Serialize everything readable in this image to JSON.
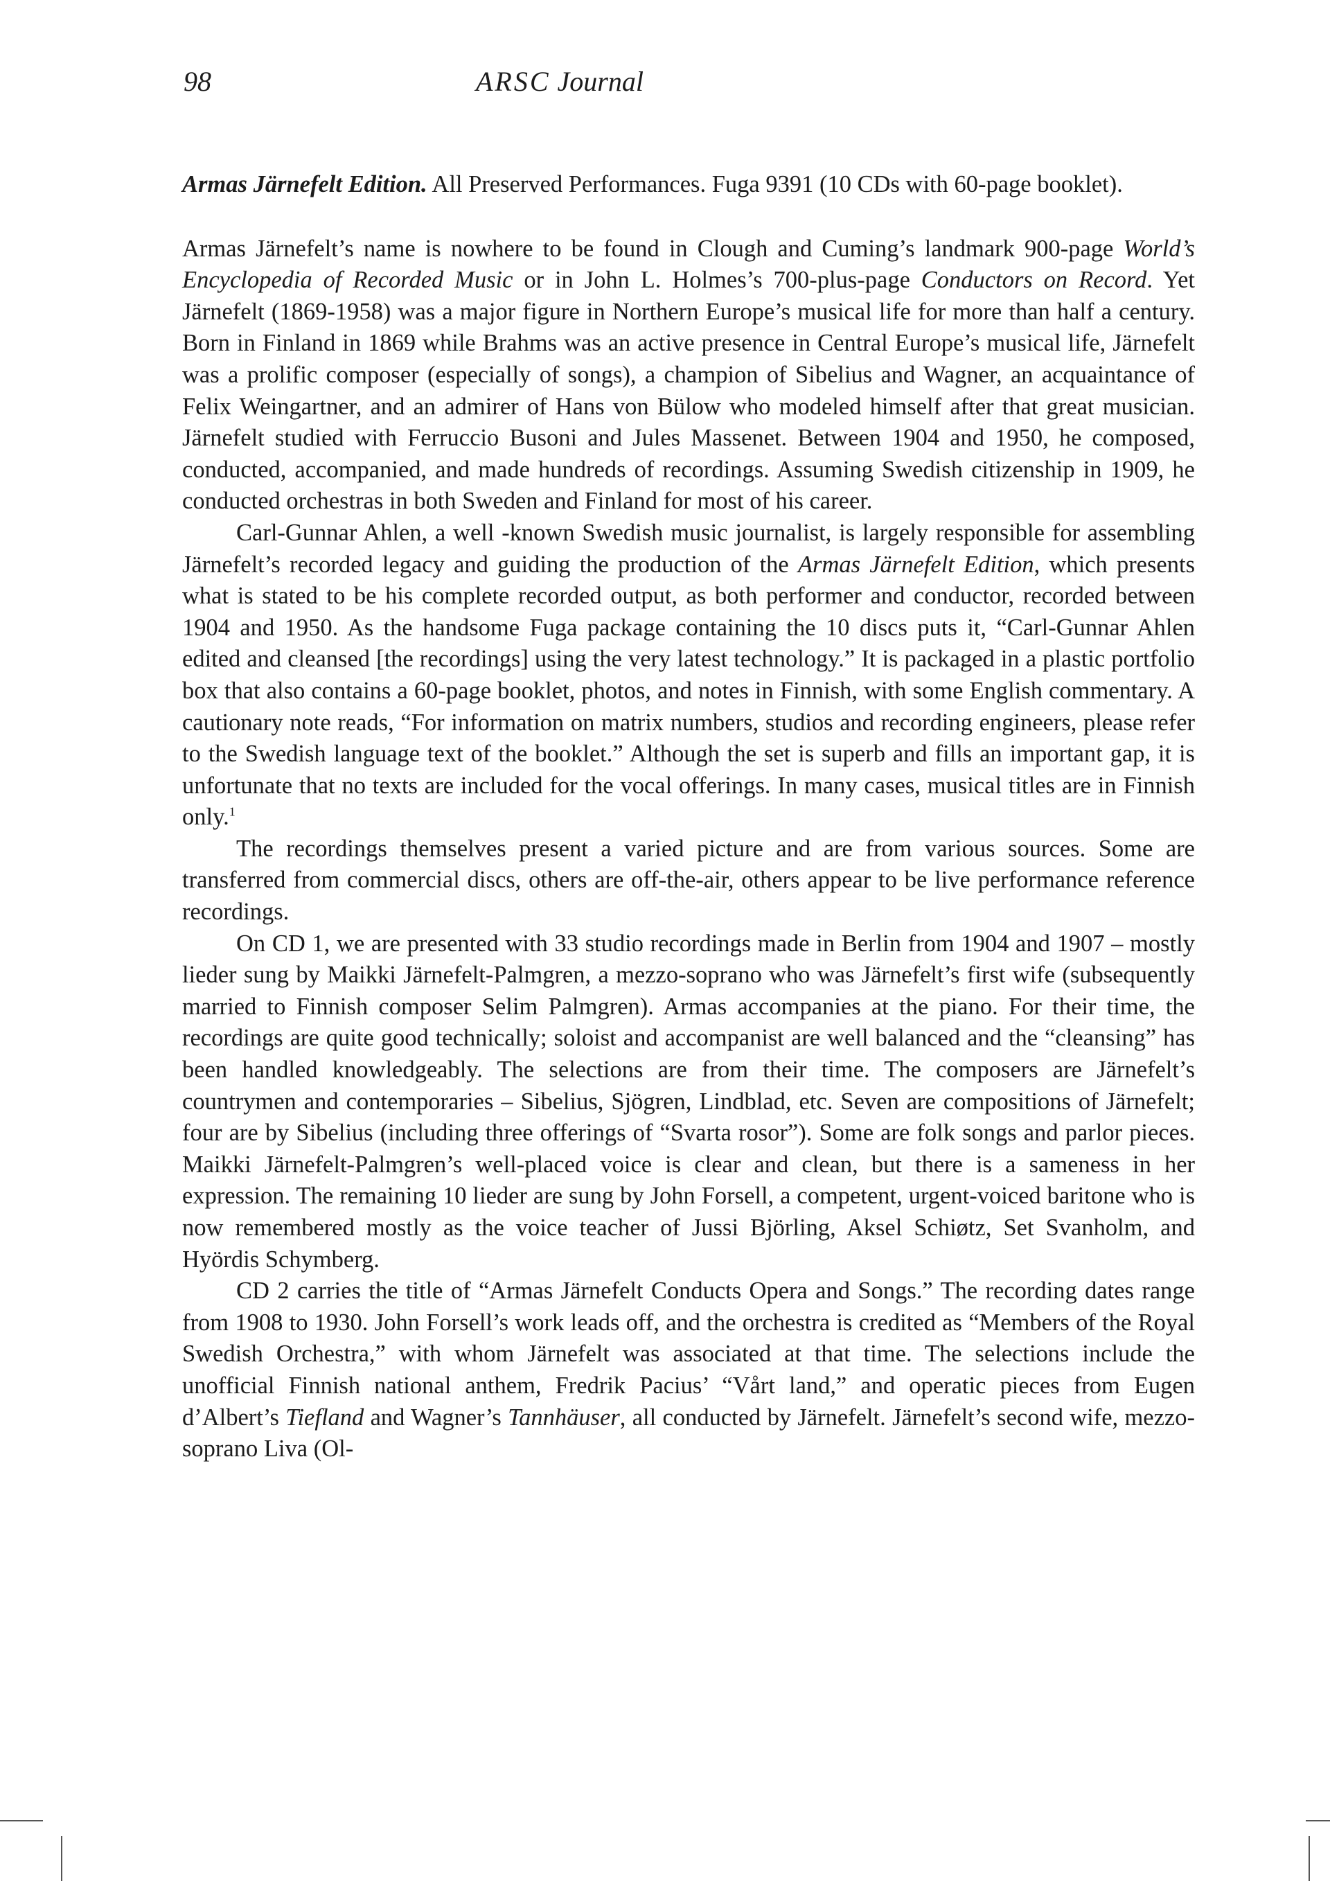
{
  "header": {
    "page_number": "98",
    "journal_abbr": "ARSC",
    "journal_name": "Journal"
  },
  "citation": {
    "title": "Armas Järnefelt Edition.",
    "details": "All Preserved Performances. Fuga 9391 (10 CDs with 60-page booklet)."
  },
  "paragraphs": [
    {
      "segments": [
        {
          "t": "Armas Järnefelt’s name is nowhere to be found in Clough and Cuming’s landmark 900-page "
        },
        {
          "t": "World’s Encyclopedia of Recorded Music",
          "i": true
        },
        {
          "t": " or in John L. Holmes’s 700-plus-page "
        },
        {
          "t": "Con­ductors on Record",
          "i": true
        },
        {
          "t": ". Yet Järnefelt (1869-1958) was a major figure in Northern Europe’s musical life for more than half a century. Born in Finland in 1869 while Brahms was an active presence in Central Europe’s musical life, Järnefelt was a prolific composer (espe­cially of songs), a champion of Sibelius and Wagner, an acquaintance of Felix Weingart­ner, and an admirer of Hans von Bülow who modeled himself after that great musician. Järnefelt studied with Ferruccio Busoni and Jules Massenet. Between 1904 and 1950, he composed, conducted, accompanied, and made hundreds of recordings. Assuming Swedish citizenship in 1909, he conducted orchestras in both Sweden and Finland for most of his career."
        }
      ]
    },
    {
      "indent": true,
      "segments": [
        {
          "t": "Carl-Gunnar Ahlen, a well -known Swedish music journalist, is largely responsible for assembling Järnefelt’s recorded legacy and guiding the production of the "
        },
        {
          "t": "Armas Järnefelt Edition",
          "i": true
        },
        {
          "t": ", which presents what is stated to be his complete recorded output, as both performer and conductor, recorded between 1904 and 1950. As the handsome Fuga package containing the 10 discs puts it, “Carl-Gunnar Ahlen edited and cleansed [the recordings] using the very latest technology.” It is packaged in a plastic portfolio box that also contains a 60-page booklet, photos, and notes in Finnish, with some English commentary. A cautionary note reads, “For information on matrix numbers, studios and recording engineers, please refer to the Swedish language text of the booklet.” Although the set is superb and fills an important gap, it is unfortunate that no texts are included for the vocal offerings. In many cases, musical titles are in Finnish only."
        },
        {
          "t": "1",
          "sup": true
        }
      ]
    },
    {
      "indent": true,
      "segments": [
        {
          "t": "The recordings themselves present a varied picture and are from various sources. Some are transferred from commercial discs, others are off-the-air, others appear to be live performance reference recordings."
        }
      ]
    },
    {
      "indent": true,
      "segments": [
        {
          "t": "On CD 1, we are presented with 33 studio recordings made in Berlin from 1904 and 1907 – mostly lieder sung by Maikki Järnefelt-Palmgren, a mezzo-soprano who was Järnefelt’s first wife (subsequently married to Finnish composer Selim Palmgren). Ar­mas accompanies at the piano. For their time, the recordings are quite good technically; soloist and accompanist are well balanced and the “cleansing” has been handled knowl­edgeably. The selections are from their time. The composers are Järnefelt’s countrymen and contemporaries – Sibelius, Sjögren, Lindblad, etc. Seven are compositions of Järne­felt; four are by Sibelius (including three offerings of “Svarta rosor”). Some are folk songs and parlor pieces. Maikki Järnefelt-Palmgren’s well-placed voice is clear and clean, but there is a sameness in her expression. The remaining 10 lieder are sung by John Forsell, a competent, urgent-voiced baritone who is now remembered mostly as the voice teacher of Jussi Björling, Aksel Schiøtz, Set Svanholm, and Hyördis Schymberg."
        }
      ]
    },
    {
      "indent": true,
      "segments": [
        {
          "t": "CD 2 carries the title of “Armas Järnefelt Conducts Opera and Songs.” The record­ing dates range from 1908 to 1930. John Forsell’s work leads off, and the orchestra is credited as “Members of the Royal Swedish Orchestra,” with whom Järnefelt was associ­ated at that time. The selections include the unofficial Finnish national anthem, Fredrik Pacius’ “Vårt land,” and operatic pieces from Eugen d’Albert’s "
        },
        {
          "t": "Tiefland",
          "i": true
        },
        {
          "t": " and Wagner’s "
        },
        {
          "t": "Tannhäuser",
          "i": true
        },
        {
          "t": ", all conducted by Järnefelt. Järnefelt’s second wife, mezzo-soprano Liva (Ol-"
        }
      ]
    }
  ]
}
